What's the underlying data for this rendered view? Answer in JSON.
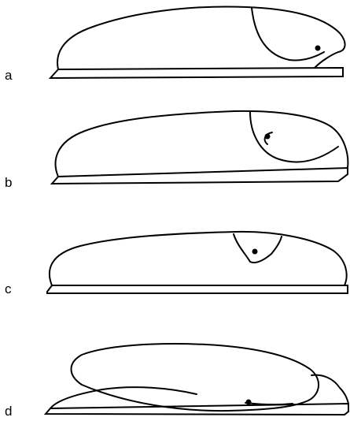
{
  "figure": {
    "panels": [
      {
        "id": "a",
        "label": "a"
      },
      {
        "id": "b",
        "label": "b"
      },
      {
        "id": "c",
        "label": "c"
      },
      {
        "id": "d",
        "label": "d"
      }
    ]
  }
}
